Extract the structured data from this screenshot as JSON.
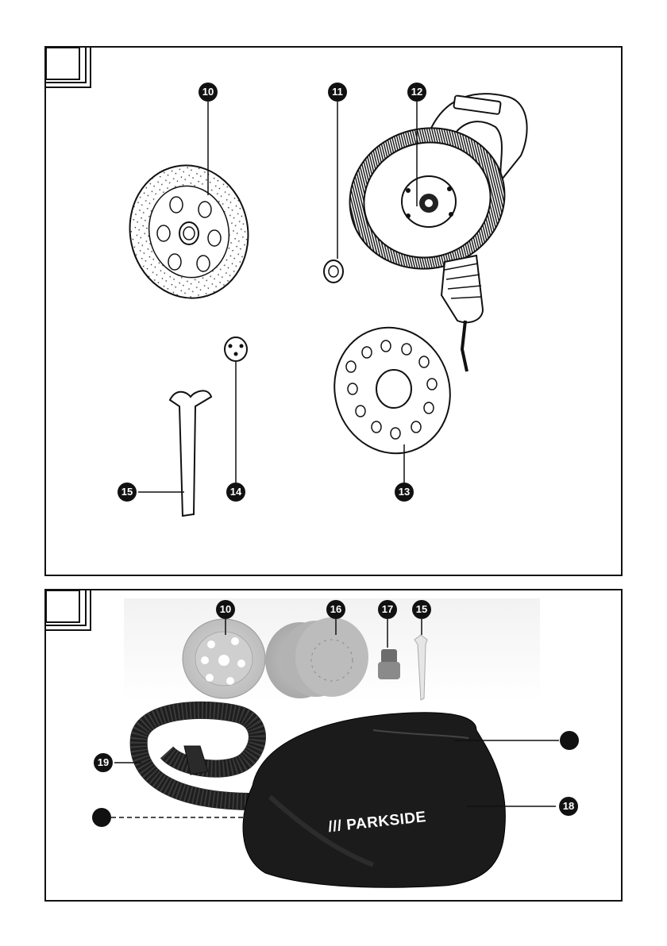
{
  "figure_a": {
    "labels": {
      "disc": "10",
      "nut": "11",
      "spindle": "12",
      "pad": "13",
      "flange": "14",
      "wrench": "15"
    }
  },
  "figure_b": {
    "labels": {
      "disc": "10",
      "sanding_sheets": "16",
      "adapter": "17",
      "wrench": "15",
      "hose": "19",
      "bag": "18"
    },
    "bag_brand": "/// PARKSIDE"
  }
}
